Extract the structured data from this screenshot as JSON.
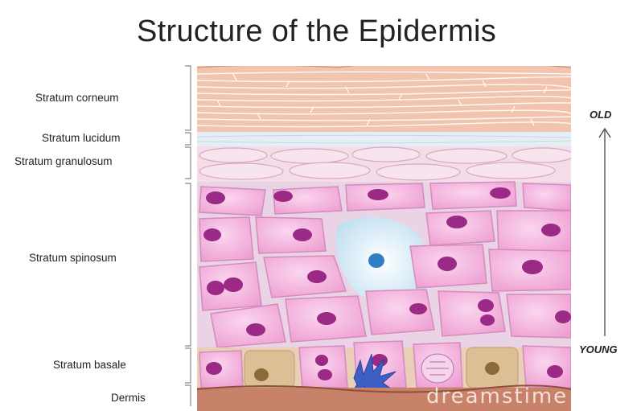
{
  "title": "Structure of the Epidermis",
  "layers": [
    {
      "id": "corneum",
      "label": "Stratum corneum"
    },
    {
      "id": "lucidum",
      "label": "Stratum lucidum"
    },
    {
      "id": "granulosum",
      "label": "Stratum granulosum"
    },
    {
      "id": "spinosum",
      "label": "Stratum spinosum"
    },
    {
      "id": "basale",
      "label": "Stratum basale"
    },
    {
      "id": "dermis",
      "label": "Dermis"
    }
  ],
  "age_axis": {
    "top": "OLD",
    "bottom": "YOUNG"
  },
  "watermark": "dreamstime",
  "colors": {
    "corneum": "#f2c4ae",
    "lucidum": "#e6eef5",
    "granulosum": "#f5dde8",
    "spinosum_cell": "#f4b8de",
    "nucleus": "#9b2a86",
    "melanocyte": "#3d5fc4",
    "dermis": "#c9826a"
  }
}
